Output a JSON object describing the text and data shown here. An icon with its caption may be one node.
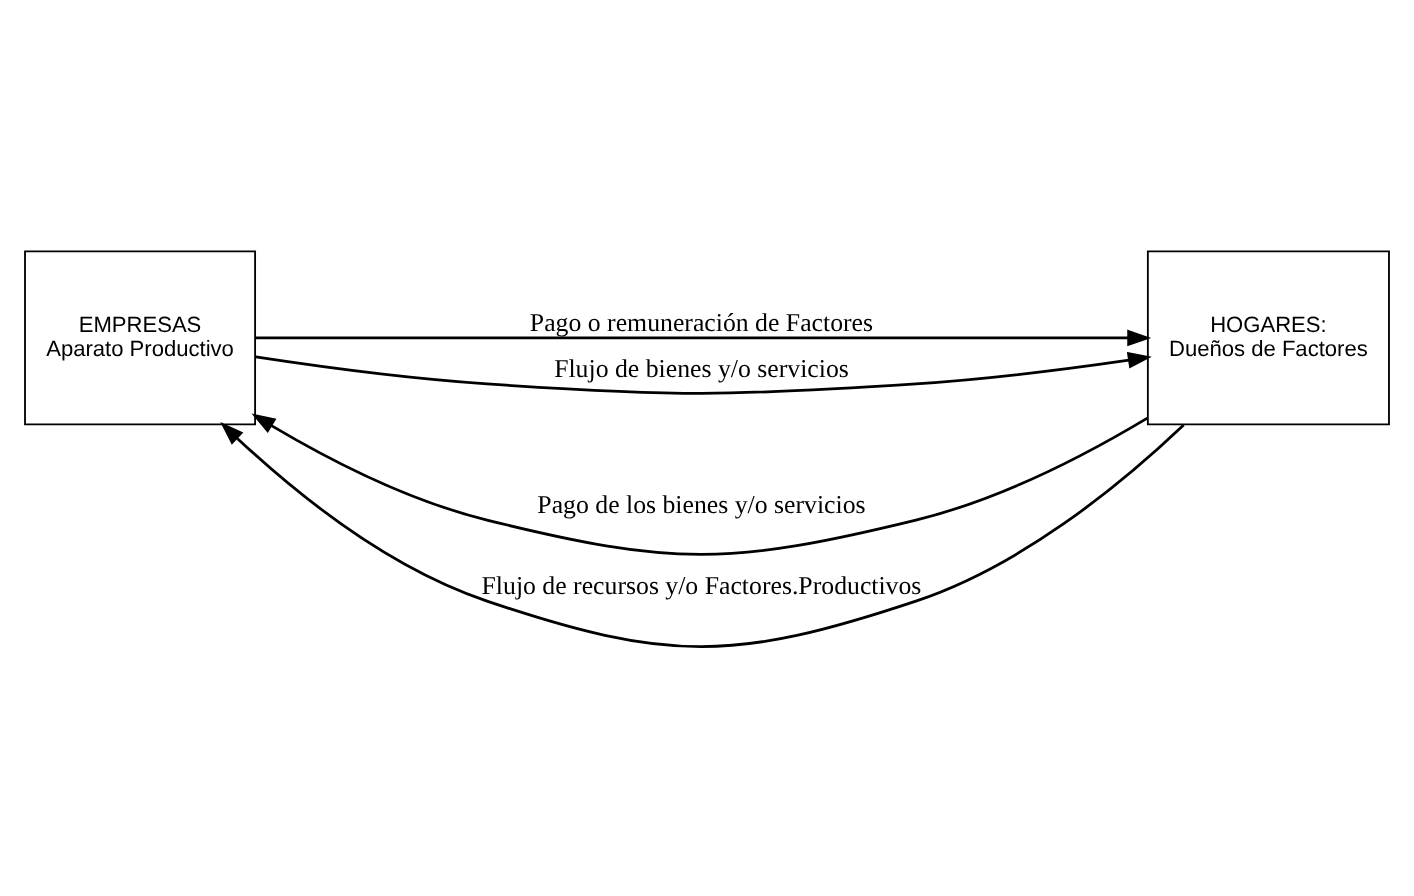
{
  "diagram": {
    "nodes": [
      {
        "text": [
          "EMPRESAS",
          "Aparato Productivo"
        ]
      },
      {
        "text": [
          "HOGARES:",
          "Dueños de Factores"
        ]
      }
    ],
    "edges": [
      {
        "from": 1,
        "to": 0,
        "arrow": "to",
        "label": "Pago de los bienes y/o servicios"
      },
      {
        "from": 0,
        "to": 1,
        "arrow": "to",
        "label": "Pago o remuneración de Factores"
      },
      {
        "from": 1,
        "to": 0,
        "arrow": "to",
        "label": "Flujo de recursos y/o Factores.Productivos"
      },
      {
        "from": 0,
        "to": 1,
        "arrow": "to",
        "label": "Flujo de bienes y/o servicios"
      }
    ]
  }
}
